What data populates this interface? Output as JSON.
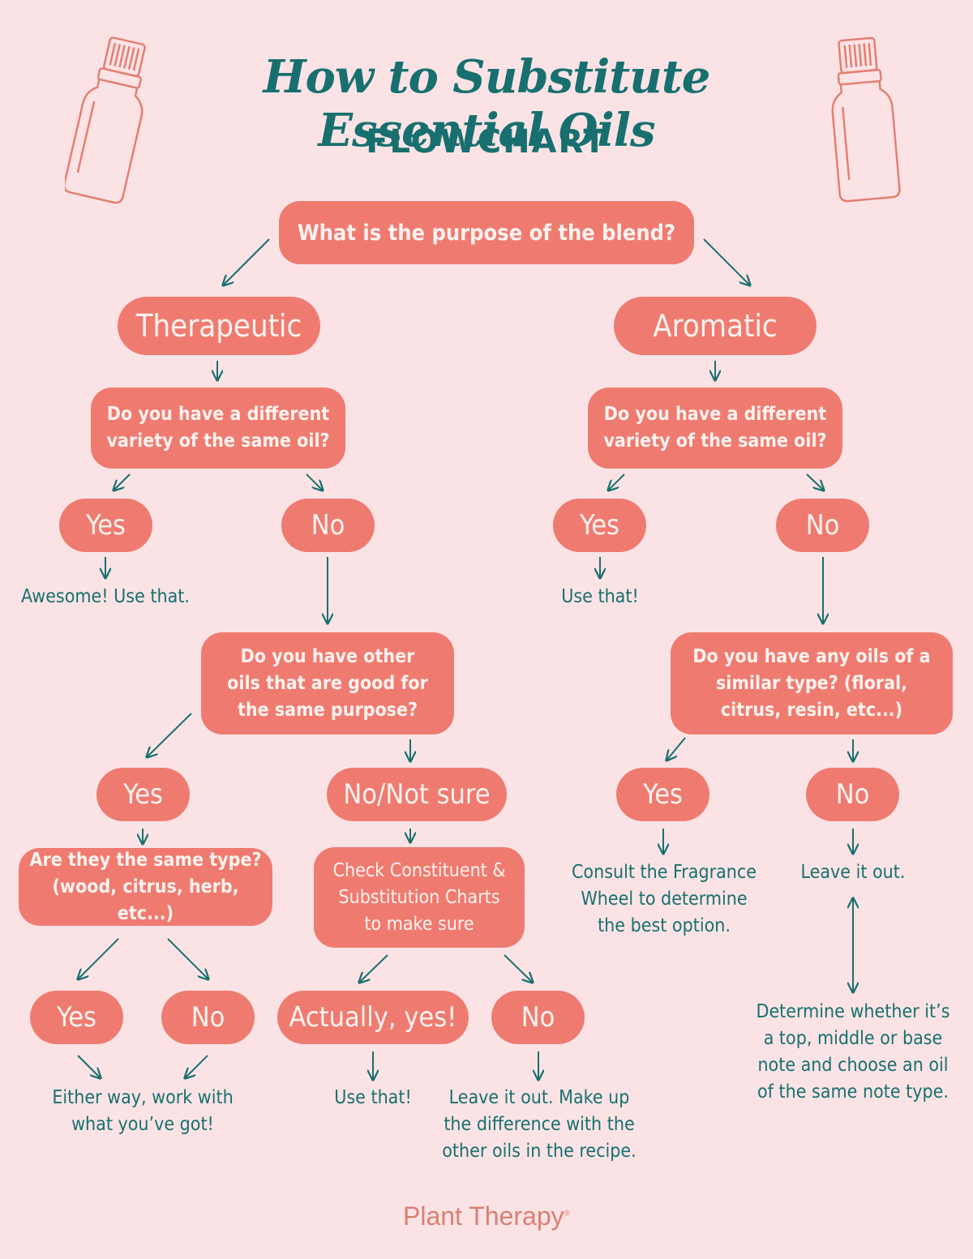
{
  "title": "How to Substitute Essential Oils",
  "subtitle": "FLOWCHART",
  "brand": "Plant Therapy",
  "nodes": {
    "purpose": "What is the purpose of the blend?",
    "therapeutic": "Therapeutic",
    "aromatic": "Aromatic",
    "l_variety": "Do you have a different variety of the same oil?",
    "r_variety": "Do you have a different variety of the same oil?",
    "l_yes": "Yes",
    "l_no": "No",
    "r_yes": "Yes",
    "r_no": "No",
    "l_awesome": "Awesome! Use that.",
    "r_use_that": "Use that!",
    "l_other_oils": "Do you have other oils that are good for the same purpose?",
    "r_similar": "Do you have any oils of a similar type? (floral, citrus, resin, etc...)",
    "ll_yes": "Yes",
    "l_notsure": "No/Not sure",
    "rr_yes": "Yes",
    "rr_no": "No",
    "same_type": "Are they the same type? (wood, citrus, herb, etc...)",
    "check_charts": "Check Constituent & Substitution Charts to make sure",
    "consult_wheel": "Consult the Fragrance Wheel to determine the best option.",
    "leave_out_r": "Leave it out.",
    "st_yes": "Yes",
    "st_no": "No",
    "actually_yes": "Actually, yes!",
    "cc_no": "No",
    "either_way": "Either way, work with what you’ve got!",
    "use_that_2": "Use that!",
    "leave_out_2": "Leave it out. Make up the difference with the other oils in the recipe.",
    "determine_note": "Determine whether it’s a top, middle or base note and choose an oil of the same note type."
  },
  "colors": {
    "background": "#fbe3e5",
    "pill": "#ef7b70",
    "pill_text": "#fff2ef",
    "teal": "#17706f",
    "bottle_stroke": "#e47f72"
  }
}
